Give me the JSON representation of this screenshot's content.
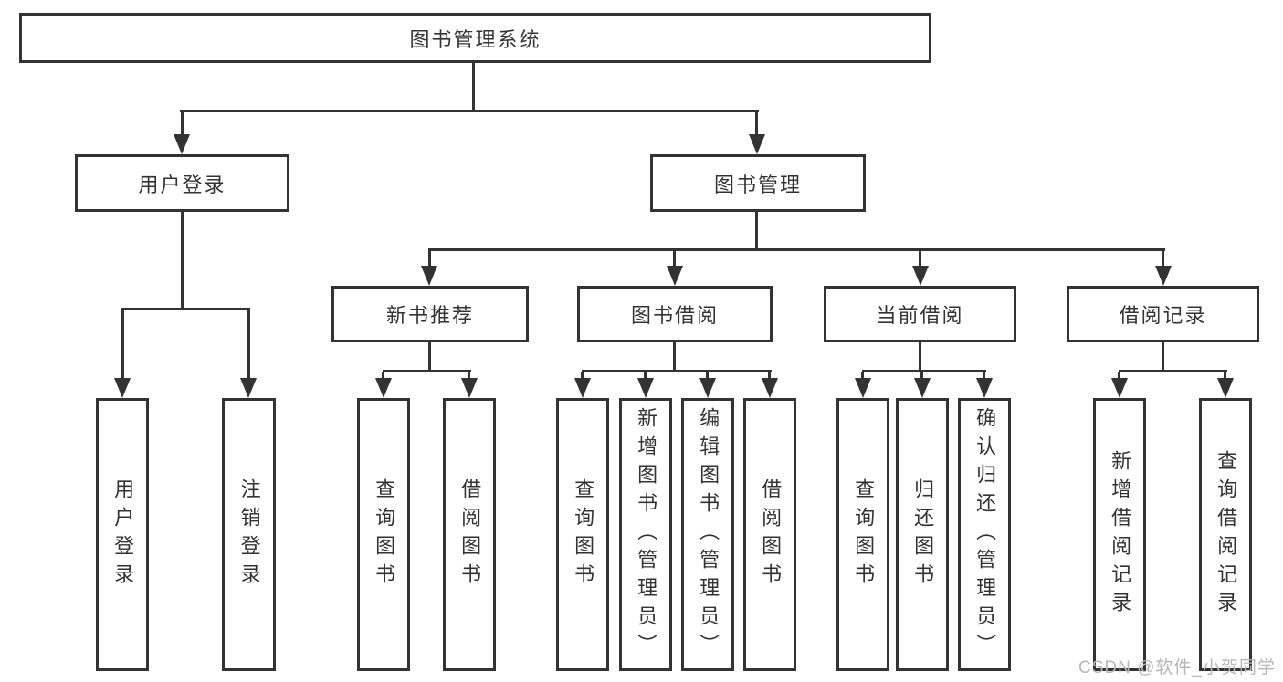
{
  "colors": {
    "line": "#333333",
    "text": "#333333",
    "box_background": "#ffffff",
    "watermark": "#b6b6bc",
    "background": "#ffffff"
  },
  "watermark": {
    "text": "CSDN @软件_小贺同学"
  },
  "tree": {
    "root": {
      "label": "图书管理系统",
      "children": [
        {
          "label": "用户登录",
          "children": [
            {
              "label": "用户登录"
            },
            {
              "label": "注销登录"
            }
          ]
        },
        {
          "label": "图书管理",
          "children": [
            {
              "label": "新书推荐",
              "children": [
                {
                  "label": "查询图书"
                },
                {
                  "label": "借阅图书"
                }
              ]
            },
            {
              "label": "图书借阅",
              "children": [
                {
                  "label": "查询图书"
                },
                {
                  "label": "新增图书（管理员）"
                },
                {
                  "label": "编辑图书（管理员）"
                },
                {
                  "label": "借阅图书"
                }
              ]
            },
            {
              "label": "当前借阅",
              "children": [
                {
                  "label": "查询图书"
                },
                {
                  "label": "归还图书"
                },
                {
                  "label": "确认归还（管理员）"
                }
              ]
            },
            {
              "label": "借阅记录",
              "children": [
                {
                  "label": "新增借阅记录"
                },
                {
                  "label": "查询借阅记录"
                }
              ]
            }
          ]
        }
      ]
    }
  }
}
